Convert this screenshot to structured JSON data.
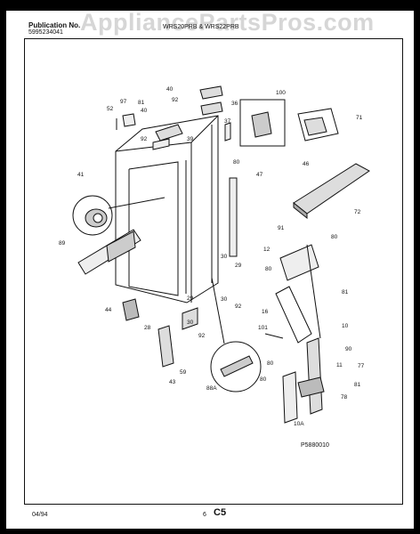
{
  "header": {
    "publication_label": "Publication No.",
    "publication_number": "5995234041",
    "model_numbers": "WRS20PRB & WRS22PRB"
  },
  "watermark": "AppliancePartsPros.com",
  "footer": {
    "date": "04/94",
    "page_number": "6",
    "section": "C5"
  },
  "diagram": {
    "drawing_number": "P5880010",
    "callouts": [
      "40",
      "92",
      "36",
      "97",
      "81",
      "52",
      "40",
      "100",
      "71",
      "92",
      "37",
      "39",
      "80",
      "47",
      "41",
      "46",
      "89",
      "72",
      "91",
      "12",
      "80",
      "30",
      "29",
      "81",
      "80",
      "92",
      "30",
      "16",
      "44",
      "29",
      "10",
      "101",
      "28",
      "92",
      "90",
      "30",
      "59",
      "80",
      "11",
      "43",
      "77",
      "88A",
      "80",
      "81",
      "78",
      "10A"
    ]
  }
}
